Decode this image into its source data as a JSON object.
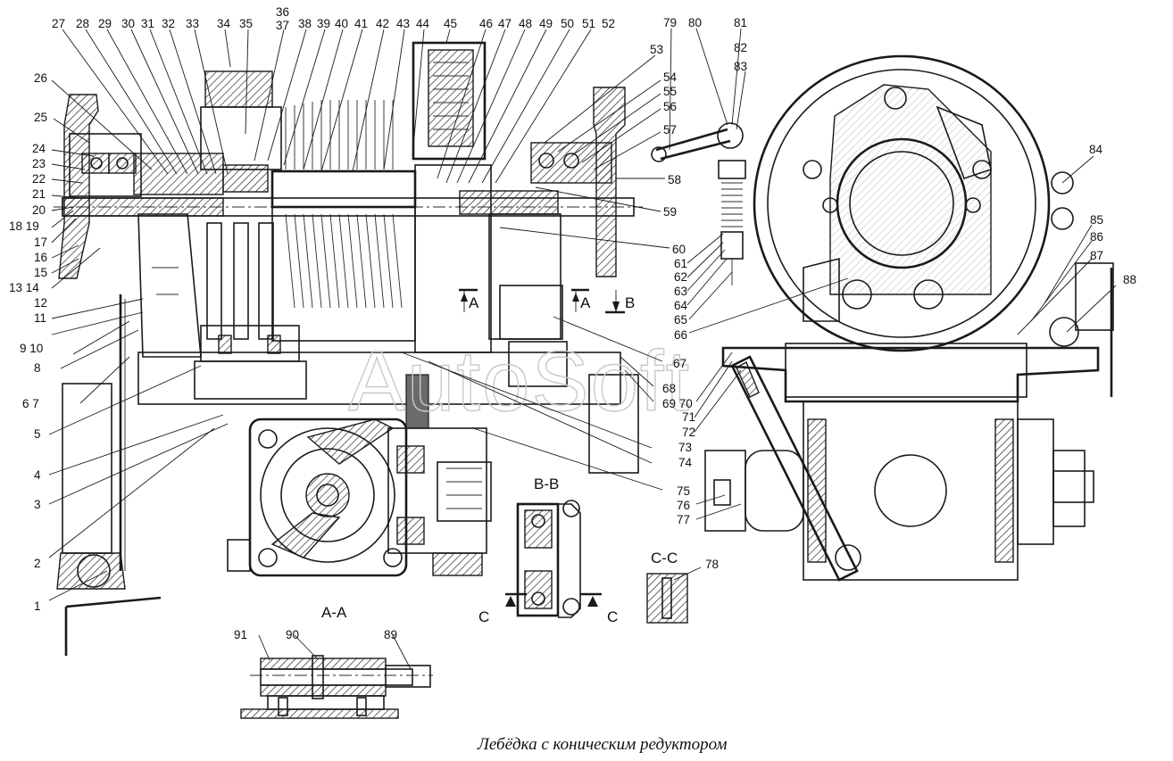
{
  "caption": "Лебёдка с коническим редуктором",
  "watermark": "AutoSoft",
  "sections": {
    "aa": "А-А",
    "bb": "В-В",
    "cc": "С-С",
    "a_mark": "А",
    "b_mark": "В",
    "c_mark": "С"
  },
  "callouts": {
    "n1": "1",
    "n2": "2",
    "n3": "3",
    "n4": "4",
    "n5": "5",
    "n6_7": "6 7",
    "n8": "8",
    "n9_10": "9 10",
    "n11": "11",
    "n12": "12",
    "n13_14": "13 14",
    "n15": "15",
    "n16": "16",
    "n17": "17",
    "n18_19": "18 19",
    "n20": "20",
    "n21": "21",
    "n22": "22",
    "n23": "23",
    "n24": "24",
    "n25": "25",
    "n26": "26",
    "n27": "27",
    "n28": "28",
    "n29": "29",
    "n30": "30",
    "n31": "31",
    "n32": "32",
    "n33": "33",
    "n34": "34",
    "n35": "35",
    "n36": "36",
    "n37": "37",
    "n38": "38",
    "n39": "39",
    "n40": "40",
    "n41": "41",
    "n42": "42",
    "n43": "43",
    "n44": "44",
    "n45": "45",
    "n46": "46",
    "n47": "47",
    "n48": "48",
    "n49": "49",
    "n50": "50",
    "n51": "51",
    "n52": "52",
    "n53": "53",
    "n54": "54",
    "n55": "55",
    "n56": "56",
    "n57": "57",
    "n58": "58",
    "n59": "59",
    "n60": "60",
    "n61": "61",
    "n62": "62",
    "n63": "63",
    "n64": "64",
    "n65": "65",
    "n66": "66",
    "n67": "67",
    "n68": "68",
    "n69_70": "69 70",
    "n71": "71",
    "n72": "72",
    "n73": "73",
    "n74": "74",
    "n75": "75",
    "n76": "76",
    "n77": "77",
    "n78": "78",
    "n79": "79",
    "n80": "80",
    "n81": "81",
    "n82": "82",
    "n83": "83",
    "n84": "84",
    "n85": "85",
    "n86": "86",
    "n87": "87",
    "n88": "88",
    "n89": "89",
    "n90": "90",
    "n91": "91"
  }
}
